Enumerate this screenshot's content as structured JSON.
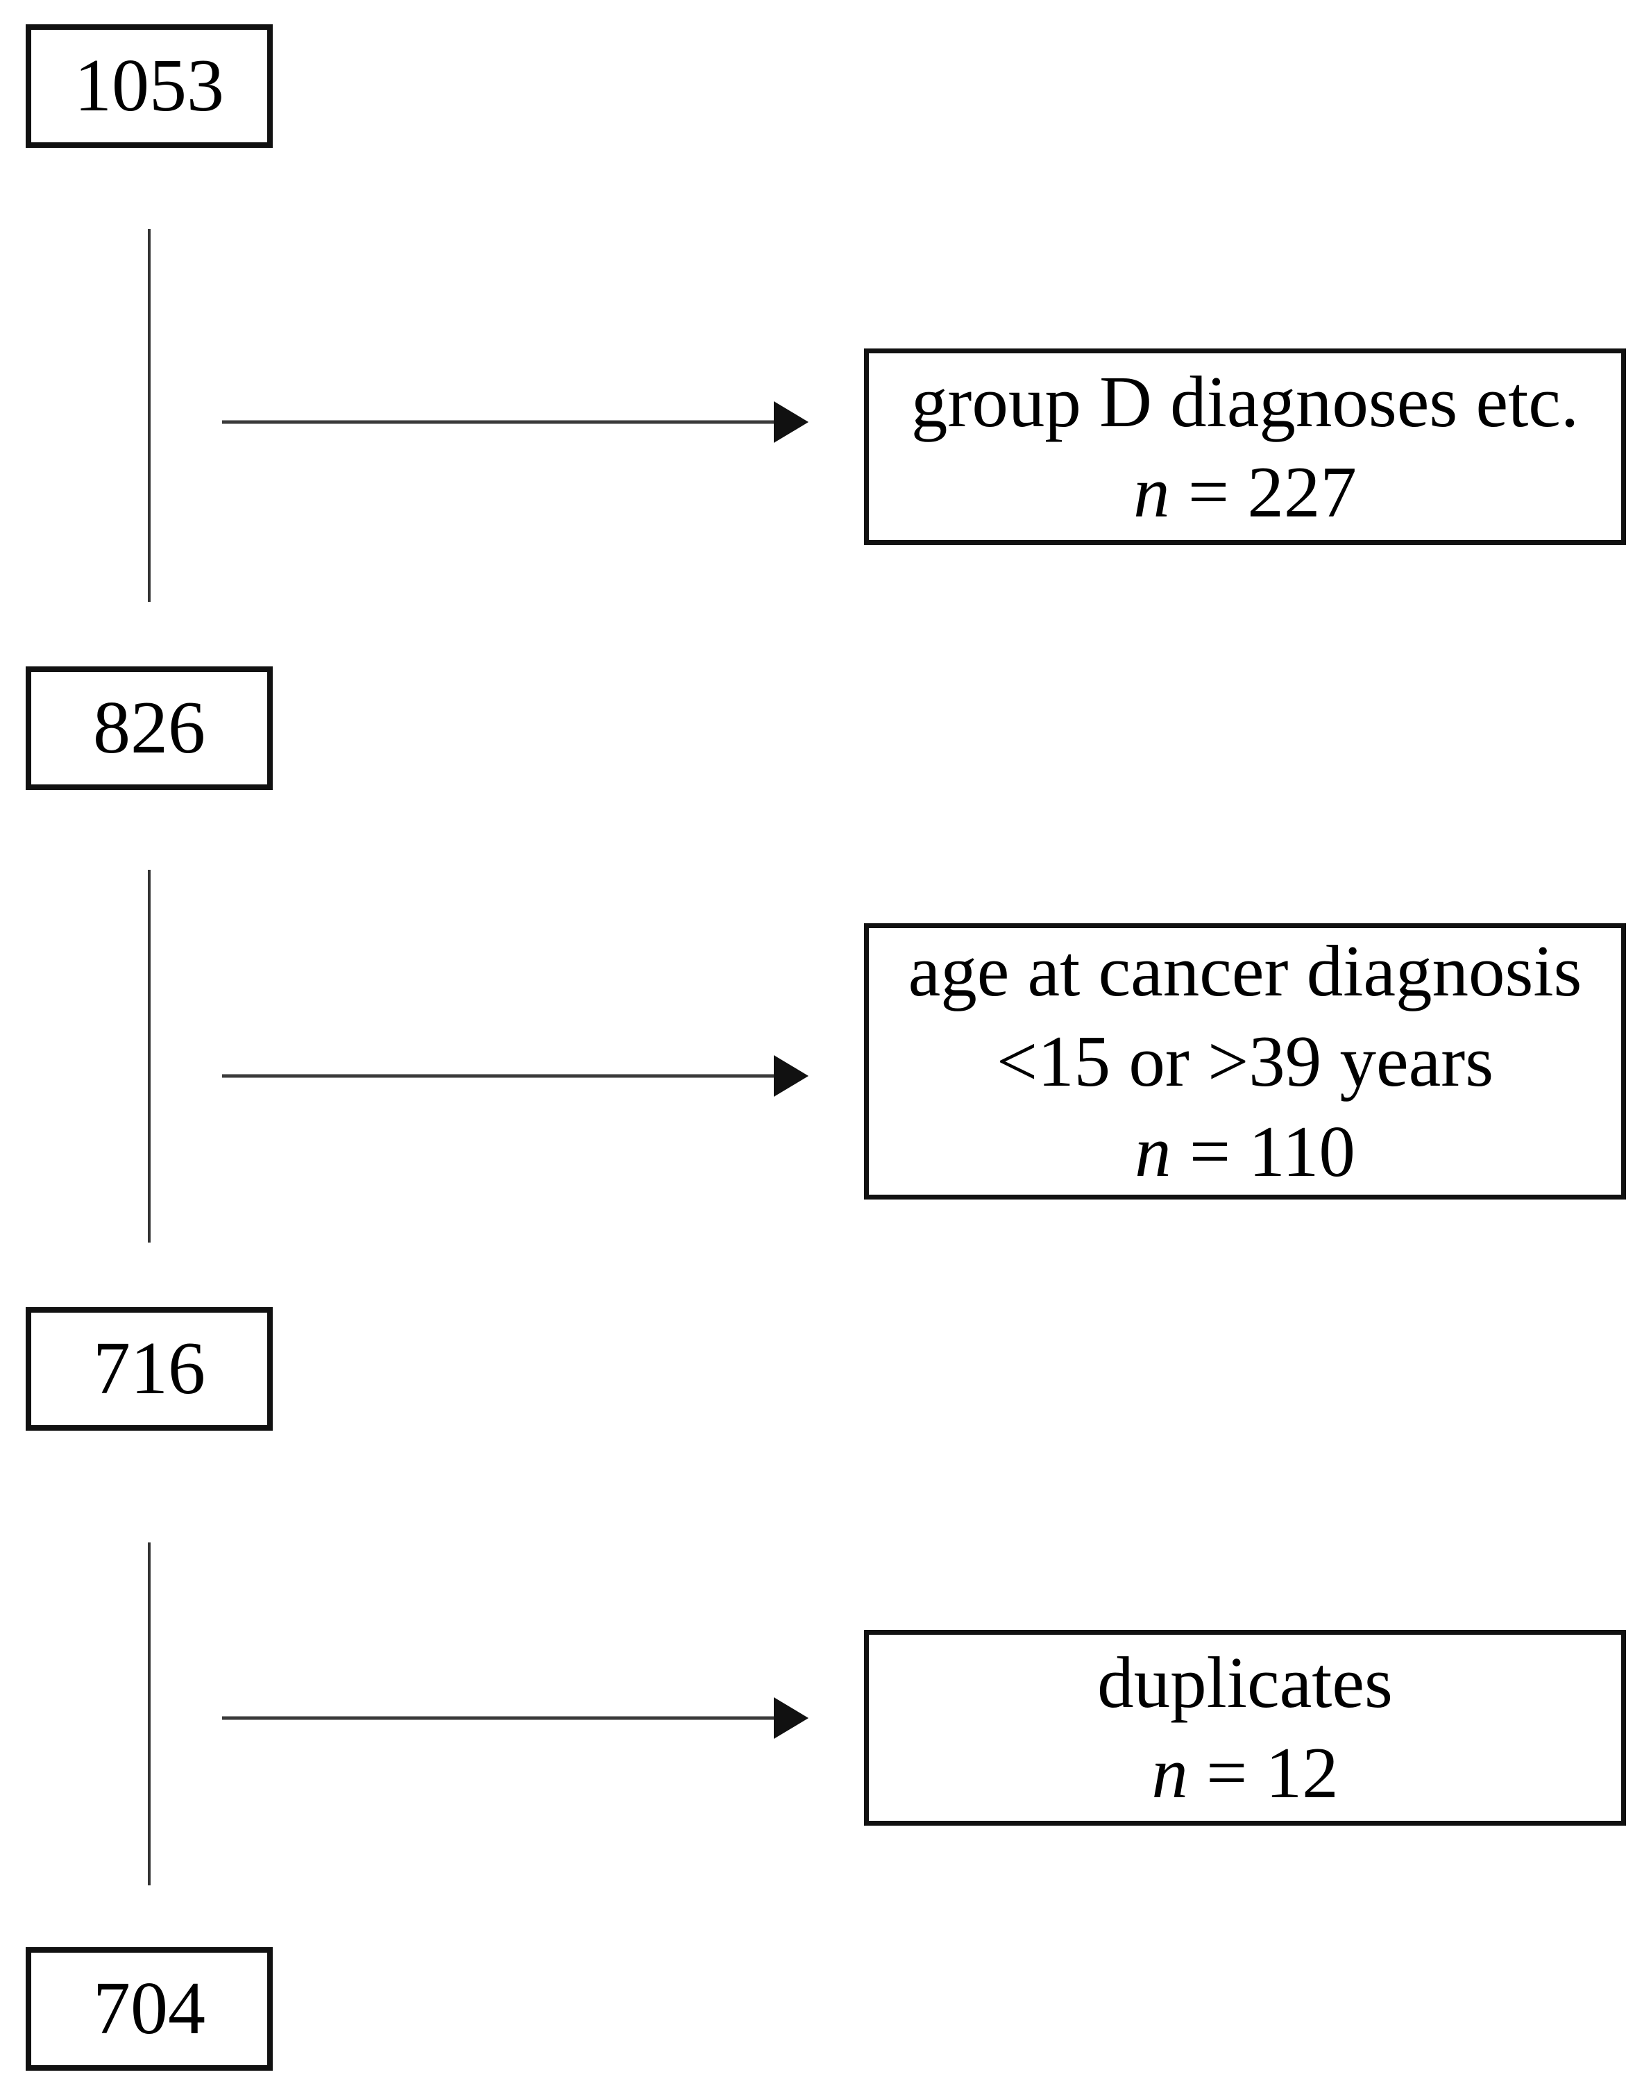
{
  "figure": {
    "type": "flowchart",
    "background_color": "#ffffff",
    "box_border_color": "#111111",
    "connector_color": "#333333",
    "text_color": "#000000",
    "cohort_boxes": [
      {
        "count": "1053"
      },
      {
        "count": "826"
      },
      {
        "count": "716"
      },
      {
        "count": "704"
      }
    ],
    "exclusion_boxes": [
      {
        "lines": [
          "group D diagnoses etc."
        ],
        "n_italic": "n",
        "n_rest": " = 227"
      },
      {
        "lines": [
          "age at cancer diagnosis",
          "<15 or >39 years"
        ],
        "n_italic": "n",
        "n_rest": " = 110"
      },
      {
        "lines": [
          "duplicates"
        ],
        "n_italic": "n",
        "n_rest": " = 12"
      }
    ]
  }
}
